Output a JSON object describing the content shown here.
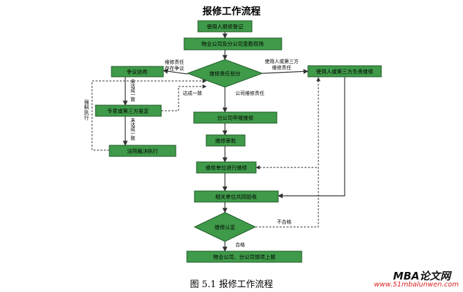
{
  "title": "报修工作流程",
  "caption": "图 5.1  报修工作流程",
  "watermark": {
    "brand": "MBA论文网",
    "url": "www.51mbalunwen.com"
  },
  "colors": {
    "box_fill": "#3f9a49",
    "box_border": "#1f5a27",
    "box_text": "#000000",
    "line": "#333333"
  },
  "nodes": {
    "register": "使用人报修登记",
    "inspect": "物业公司及分公司查勘现场",
    "dispute": "争议协商",
    "responsibility": "维修责任划分",
    "user_third": "使用人或第三方负责维修",
    "expert": "专家或第三方鉴定",
    "report": "分公司申报维修",
    "court": "法院裁决执行",
    "approval": "维修审批",
    "execute": "维修单位进行维修",
    "acceptance": "相关单位共同验收",
    "confirm": "维修认定",
    "archive": "物业公司、分公司馈项上报"
  },
  "edge_labels": {
    "dispute_exists": "维修责任\n存在争议",
    "user_third_resp": "使用人或第三方\n维修责任",
    "agree_1": "达成一致",
    "company_resp": "公司维修责任",
    "no_agree_1": "未\n达\n成\n一\n致",
    "no_agree_2": "未\n达\n成\n一\n致",
    "enforce": "强\n制\n执\n行",
    "fail": "不合格",
    "pass": "合格"
  }
}
